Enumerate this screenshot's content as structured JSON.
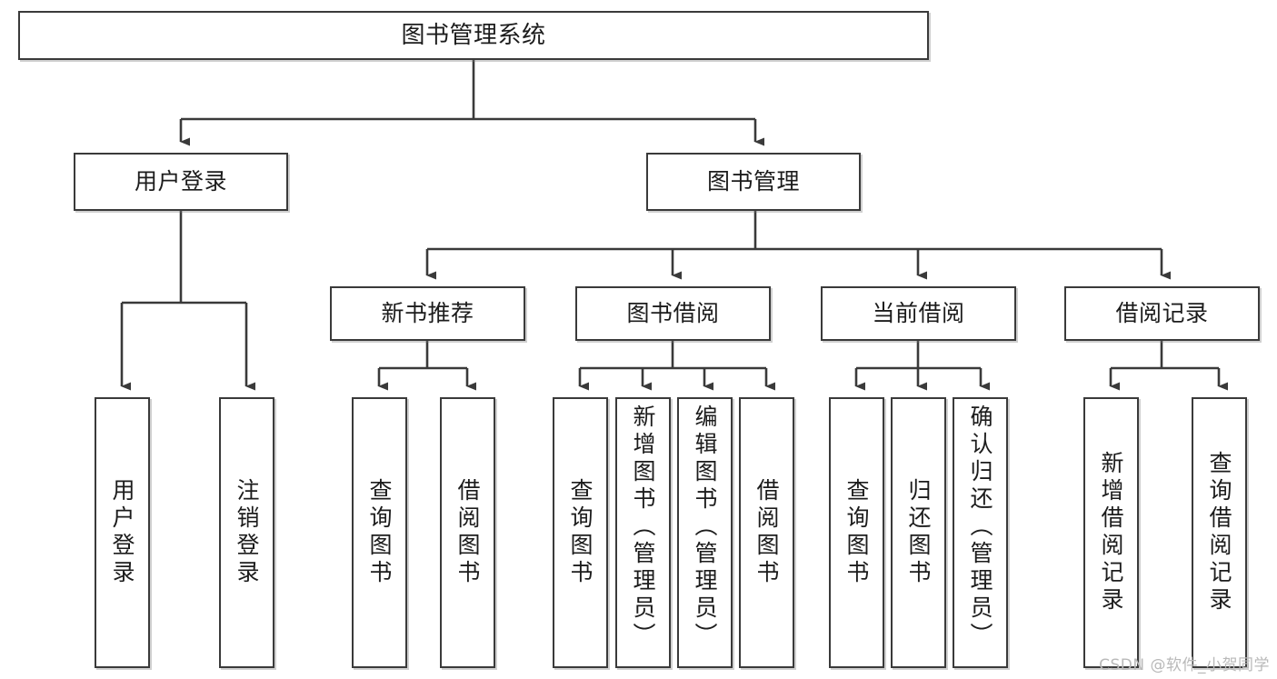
{
  "diagram": {
    "type": "tree-hierarchy",
    "title": "图书管理系统",
    "watermark": "CSDN @软件_小贺同学",
    "levels": {
      "root": {
        "label": "图书管理系统"
      },
      "level2": [
        {
          "label": "用户登录"
        },
        {
          "label": "图书管理"
        }
      ],
      "level3": [
        {
          "label": "新书推荐"
        },
        {
          "label": "图书借阅"
        },
        {
          "label": "当前借阅"
        },
        {
          "label": "借阅记录"
        }
      ]
    },
    "leaves": {
      "user_login": [
        {
          "label": "用户登录"
        },
        {
          "label": "注销登录"
        }
      ],
      "new_book_recommend": [
        {
          "label": "查询图书"
        },
        {
          "label": "借阅图书"
        }
      ],
      "book_borrow": [
        {
          "label": "查询图书"
        },
        {
          "label": "新增图书（管理员）"
        },
        {
          "label": "编辑图书（管理员）"
        },
        {
          "label": "借阅图书"
        }
      ],
      "current_borrow": [
        {
          "label": "查询图书"
        },
        {
          "label": "归还图书"
        },
        {
          "label": "确认归还（管理员）"
        }
      ],
      "borrow_record": [
        {
          "label": "新增借阅记录"
        },
        {
          "label": "查询借阅记录"
        }
      ]
    },
    "colors": {
      "border": "#3a3a3a",
      "background": "#ffffff",
      "text": "#1c1c1c",
      "connector": "#3a3a3a",
      "watermark": "#b9b9b9"
    }
  }
}
